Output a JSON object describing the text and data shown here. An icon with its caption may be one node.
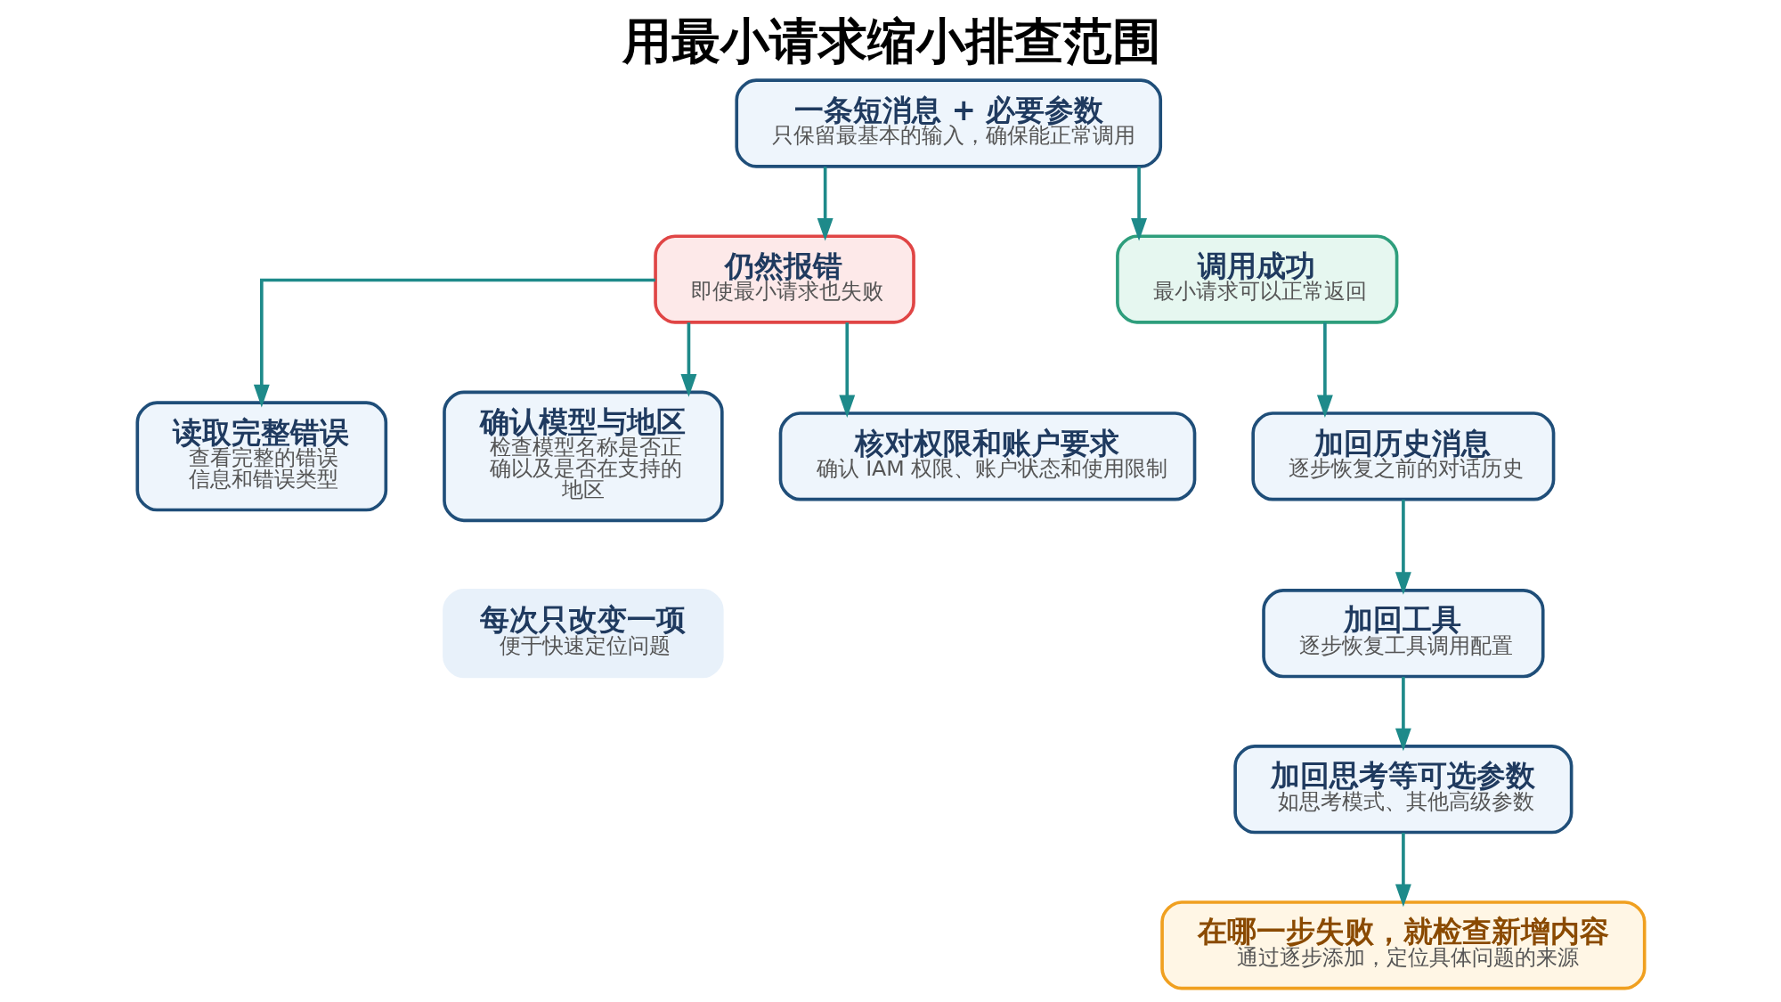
{
  "diagram": {
    "title": "用最小请求缩小排查范围",
    "nodes": [
      {
        "text": [
          "一条短消息 + 必要参数",
          "只保留最基本的输入，确保能正常调用"
        ]
      },
      {
        "text": [
          "仍然报错",
          "即使最小请求也失败"
        ]
      },
      {
        "text": [
          "调用成功",
          "最小请求可以正常返回"
        ]
      },
      {
        "text": [
          "读取完整错误",
          "查看完整的错误信息和错误类型"
        ]
      },
      {
        "text": [
          "确认模型与地区",
          "检查模型名称是否正确以及是否在支持的地区"
        ]
      },
      {
        "text": [
          "核对权限和账户要求",
          "确认 IAM 权限、账户状态和使用限制"
        ]
      },
      {
        "text": [
          "加回历史消息",
          "逐步恢复之前的对话历史"
        ]
      },
      {
        "text": [
          "加回工具",
          "逐步恢复工具调用配置"
        ]
      },
      {
        "text": [
          "加回思考等可选参数",
          "如思考模式、其他高级参数"
        ]
      },
      {
        "text": [
          "在哪一步失败，就检查新增内容",
          "通过逐步添加，定位具体问题的来源"
        ]
      },
      {
        "text": [
          "每次只改变一项",
          "便于快速定位问题"
        ]
      }
    ],
    "edges": [
      {
        "from": 0,
        "to": 1,
        "arrow": "to"
      },
      {
        "from": 0,
        "to": 2,
        "arrow": "to"
      },
      {
        "from": 1,
        "to": 3,
        "arrow": "to"
      },
      {
        "from": 1,
        "to": 4,
        "arrow": "to"
      },
      {
        "from": 1,
        "to": 5,
        "arrow": "to"
      },
      {
        "from": 2,
        "to": 6,
        "arrow": "to"
      },
      {
        "from": 6,
        "to": 7,
        "arrow": "to"
      },
      {
        "from": 7,
        "to": 8,
        "arrow": "to"
      },
      {
        "from": 8,
        "to": 9,
        "arrow": "to"
      }
    ]
  }
}
